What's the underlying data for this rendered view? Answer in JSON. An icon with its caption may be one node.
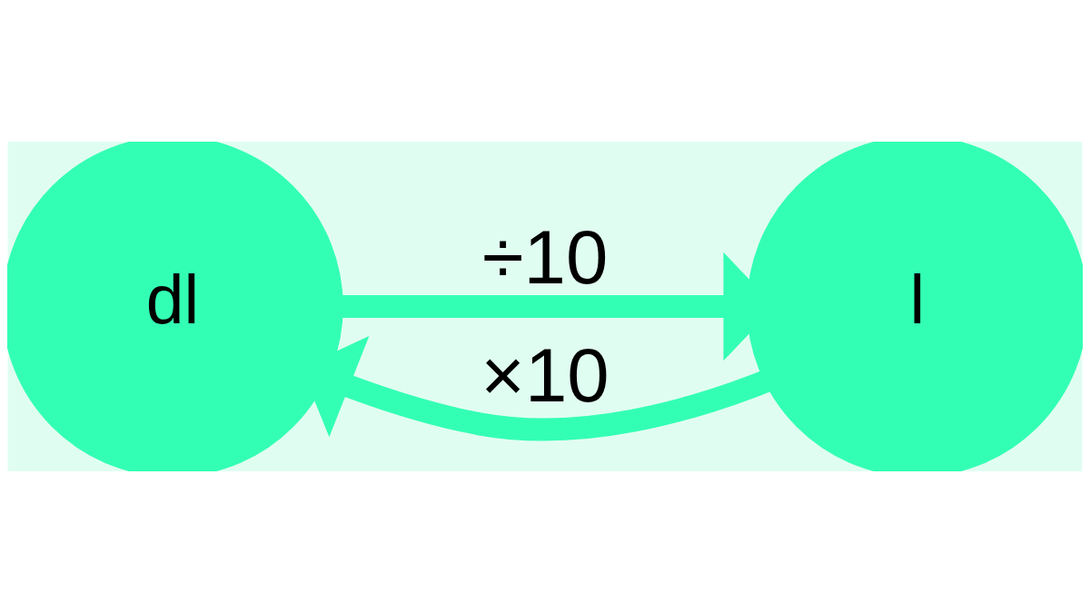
{
  "diagram": {
    "nodes": [
      {
        "text": [
          "dl"
        ]
      },
      {
        "text": [
          "l"
        ]
      }
    ],
    "edges": [
      {
        "from": 0,
        "to": 1,
        "arrow": "to",
        "label": "÷10"
      },
      {
        "from": 1,
        "to": 0,
        "arrow": "to",
        "label": "×10"
      }
    ]
  }
}
